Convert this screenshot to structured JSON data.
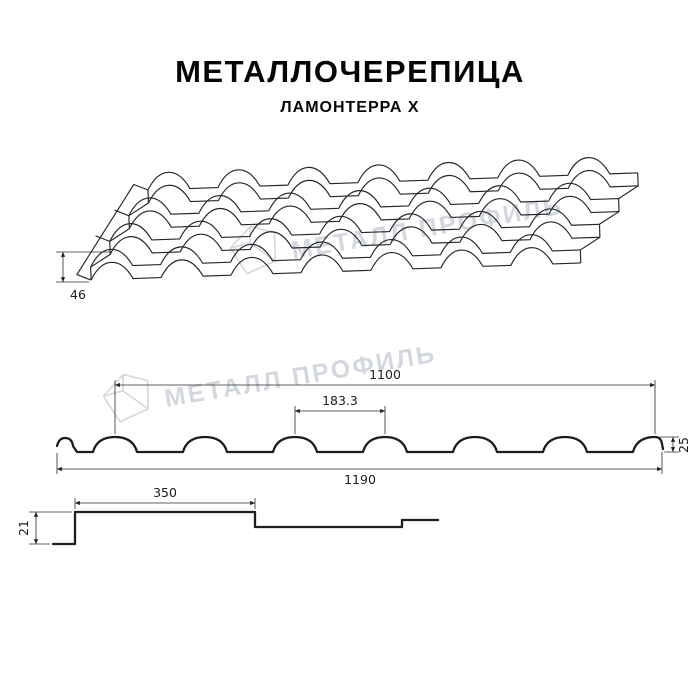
{
  "colors": {
    "background": "#ffffff",
    "line": "#1d1d1f",
    "dimension": "#2c2c2e",
    "watermark": "#c9ced6"
  },
  "header": {
    "title": "МЕТАЛЛОЧЕРЕПИЦА",
    "subtitle": "ЛАМОНТЕРРА Х"
  },
  "watermark": {
    "text": "МЕТАЛЛ ПРОФИЛЬ",
    "logo_icon": "metall-profil-pentagon"
  },
  "perspective_view": {
    "dims": {
      "step_height": "46"
    }
  },
  "cross_section": {
    "dims": {
      "cover_width": "1100",
      "wave_pitch": "183.3",
      "profile_height": "25",
      "overall_width": "1190"
    }
  },
  "overlap_detail": {
    "dims": {
      "module_length": "350",
      "step_height": "21"
    }
  }
}
